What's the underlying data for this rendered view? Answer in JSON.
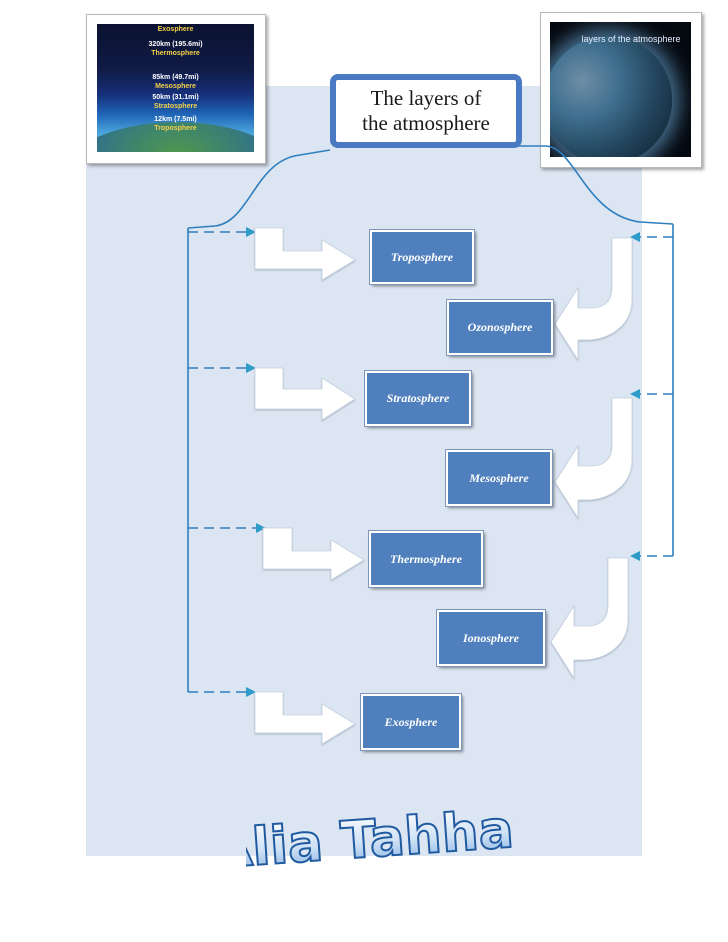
{
  "title": "The layers of\nthe atmosphere",
  "left_image": {
    "labels": [
      "Exosphere",
      "320km (195.6mi)",
      "Thermosphere",
      "85km (49.7mi)",
      "Mesosphere",
      "50km (31.1mi)",
      "Stratosphere",
      "12km (7.5mi)",
      "Troposphere"
    ]
  },
  "right_image": {
    "caption": "layers of the atmosphere"
  },
  "layers": [
    {
      "label": "Troposphere"
    },
    {
      "label": "Ozonosphere"
    },
    {
      "label": "Stratosphere"
    },
    {
      "label": "Mesosphere"
    },
    {
      "label": "Thermosphere"
    },
    {
      "label": "Ionosphere"
    },
    {
      "label": "Exosphere"
    }
  ],
  "author": "Alia Tahhan",
  "colors": {
    "box_fill": "#4f7fbd",
    "connector": "#2f7fbf",
    "title_border": "#4a7ac4",
    "panel": "#dce5f2"
  }
}
